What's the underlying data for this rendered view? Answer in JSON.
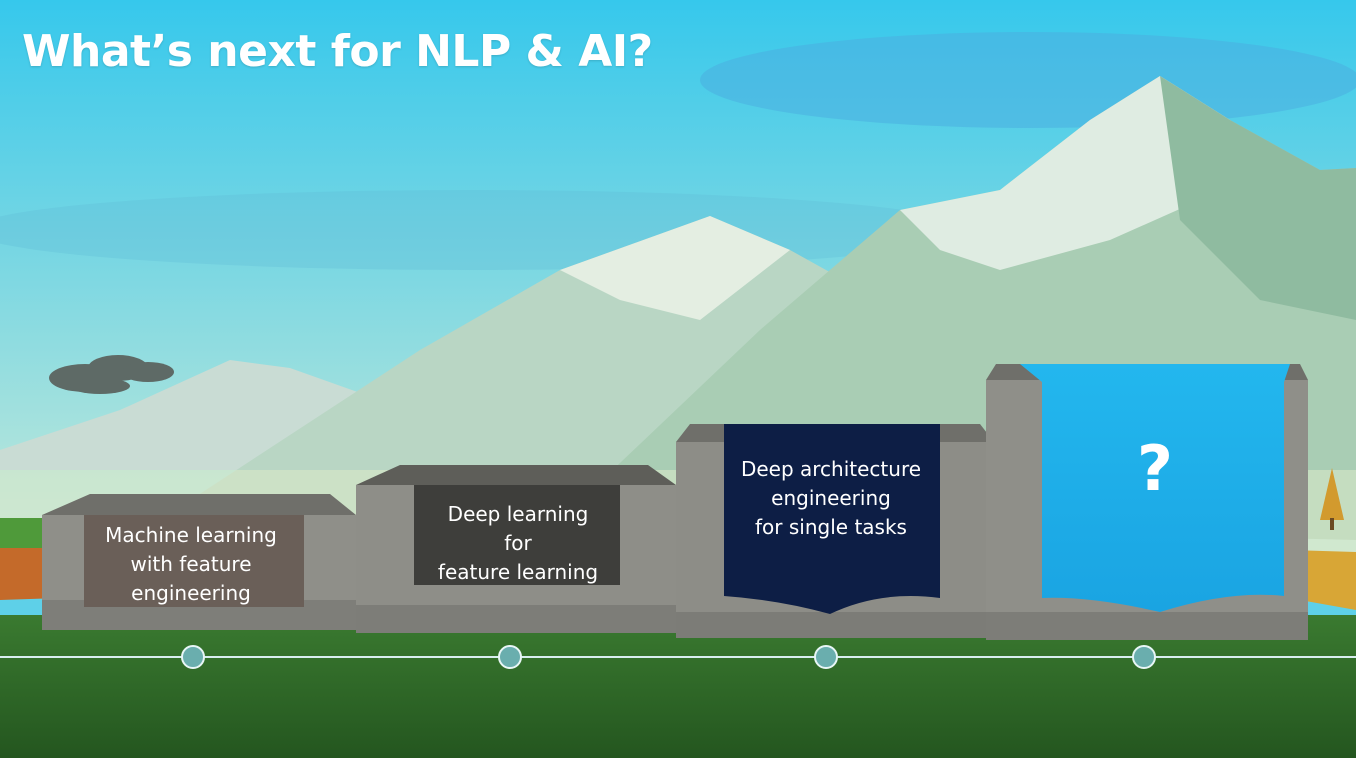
{
  "slide": {
    "title": "What’s next for NLP & AI?"
  },
  "stages": [
    {
      "lines": [
        "Machine learning",
        "with feature",
        "engineering"
      ]
    },
    {
      "lines": [
        "Deep learning",
        "for",
        "feature learning"
      ]
    },
    {
      "lines": [
        "Deep architecture",
        "engineering",
        "for single tasks"
      ]
    },
    {
      "lines": [
        "?"
      ]
    }
  ],
  "colors": {
    "sky_top": "#36c8ec",
    "sky_bottom": "#aee6e6",
    "ground": "#2e6a2e",
    "stone": "#8c8c86",
    "stage1_banner": "#6a5f58",
    "stage2_banner": "#3e3e3b",
    "stage3_banner": "#0d1e45",
    "stage4_banner": "#1fb0ea",
    "timeline": "#d8eef0",
    "timeline_dot": "#6aaeae"
  }
}
